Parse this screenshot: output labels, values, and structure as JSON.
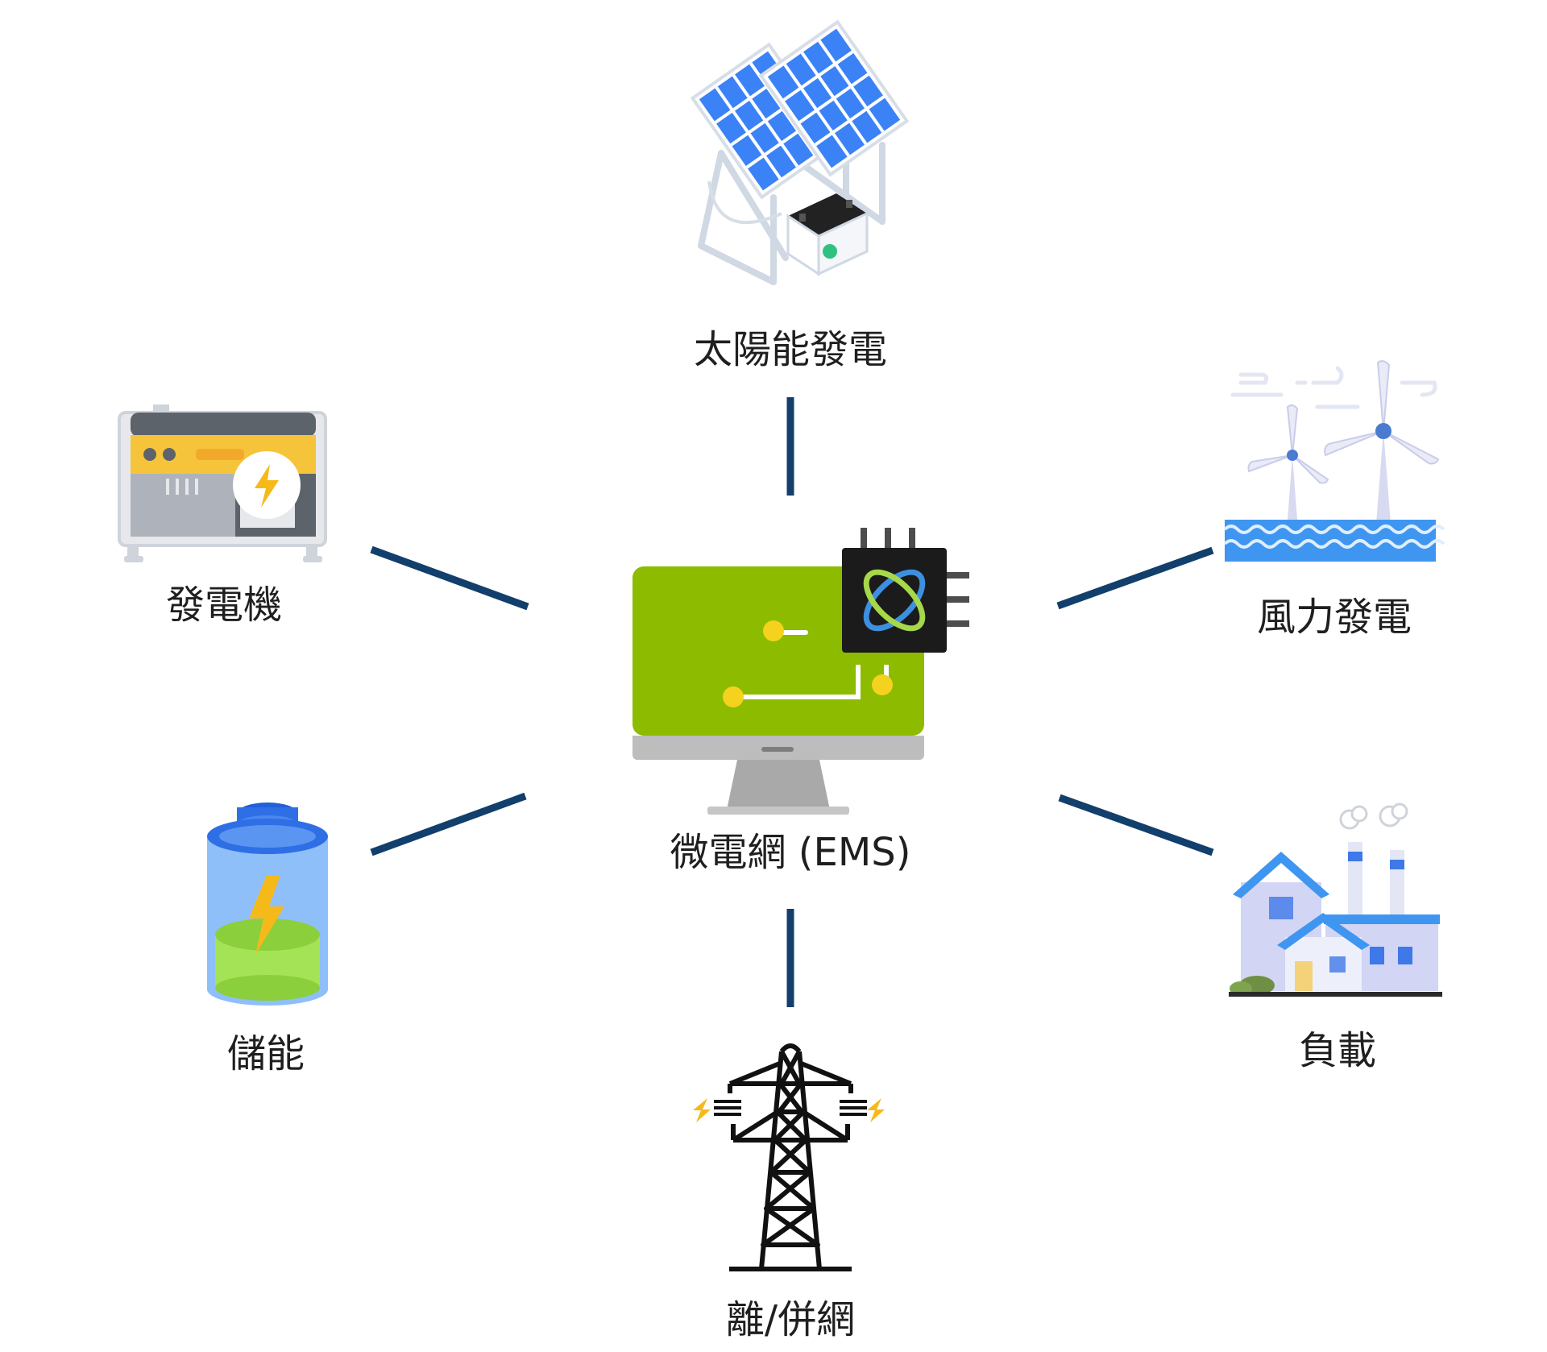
{
  "center": {
    "label": "微電網 (EMS)",
    "icon": "ems-computer-chip-icon"
  },
  "nodes": [
    {
      "id": "solar",
      "label": "太陽能發電",
      "icon": "solar-panel-battery-icon"
    },
    {
      "id": "wind",
      "label": "風力發電",
      "icon": "wind-turbine-icon"
    },
    {
      "id": "load",
      "label": "負載",
      "icon": "house-factory-icon"
    },
    {
      "id": "grid",
      "label": "離/併網",
      "icon": "transmission-tower-icon"
    },
    {
      "id": "storage",
      "label": "儲能",
      "icon": "battery-icon"
    },
    {
      "id": "generator",
      "label": "發電機",
      "icon": "generator-icon"
    }
  ],
  "colors": {
    "connector": "#123f6b",
    "ems_screen": "#8cbb00",
    "panel_blue": "#3b82f6",
    "accent_yellow": "#f5c518",
    "storage_green": "#9bd84a"
  }
}
